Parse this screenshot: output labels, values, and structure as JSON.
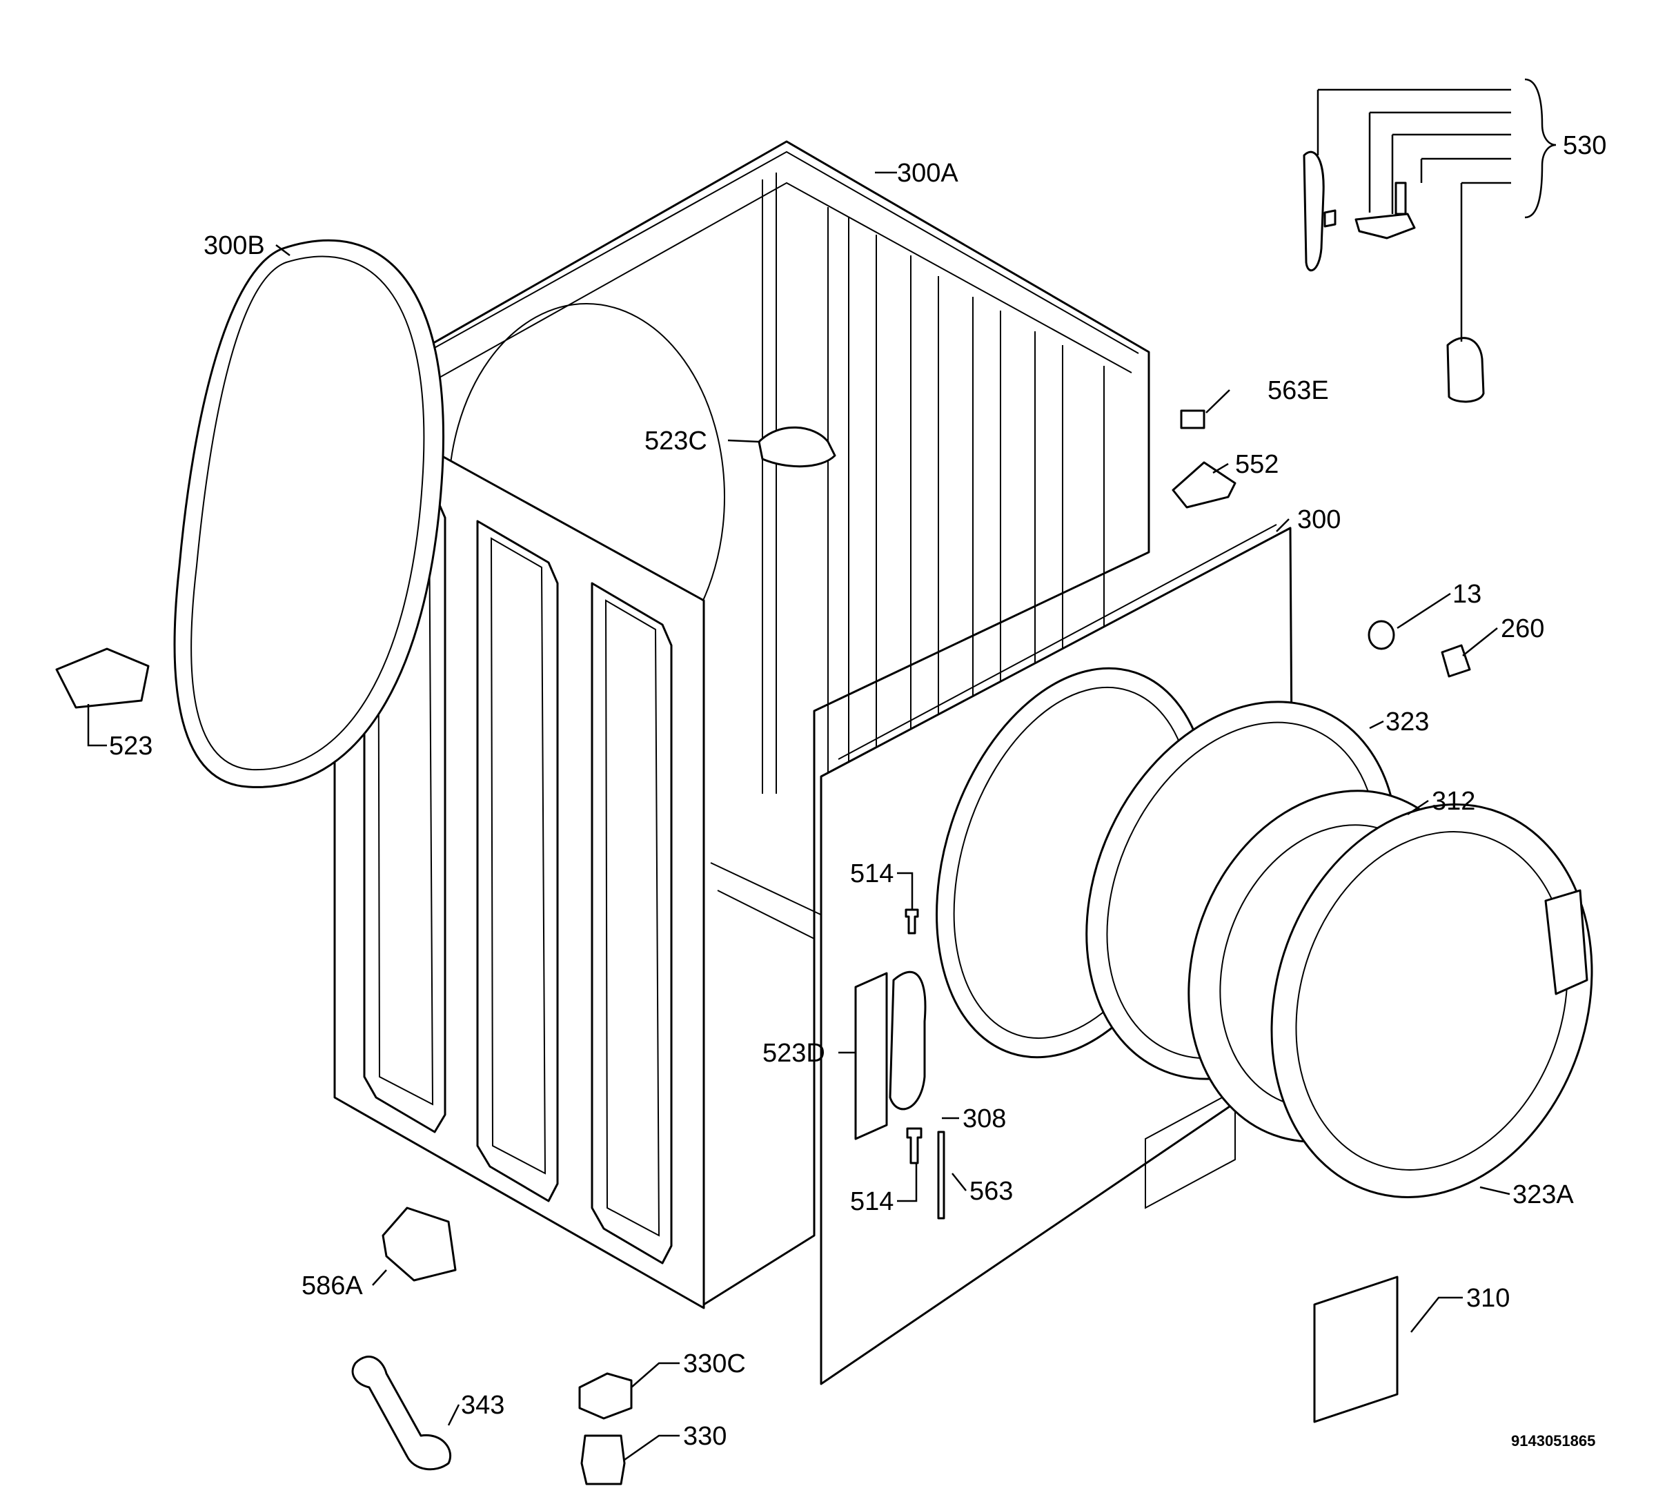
{
  "diagram": {
    "labels": [
      {
        "id": "300A",
        "text": "300A"
      },
      {
        "id": "300B",
        "text": "300B"
      },
      {
        "id": "530",
        "text": "530"
      },
      {
        "id": "563E",
        "text": "563E"
      },
      {
        "id": "523C",
        "text": "523C"
      },
      {
        "id": "552",
        "text": "552"
      },
      {
        "id": "300",
        "text": "300"
      },
      {
        "id": "13",
        "text": "13"
      },
      {
        "id": "260",
        "text": "260"
      },
      {
        "id": "523",
        "text": "523"
      },
      {
        "id": "323",
        "text": "323"
      },
      {
        "id": "312",
        "text": "312"
      },
      {
        "id": "514a",
        "text": "514"
      },
      {
        "id": "523D",
        "text": "523D"
      },
      {
        "id": "308",
        "text": "308"
      },
      {
        "id": "514b",
        "text": "514"
      },
      {
        "id": "563",
        "text": "563"
      },
      {
        "id": "323A",
        "text": "323A"
      },
      {
        "id": "586A",
        "text": "586A"
      },
      {
        "id": "310",
        "text": "310"
      },
      {
        "id": "330C",
        "text": "330C"
      },
      {
        "id": "343",
        "text": "343"
      },
      {
        "id": "330",
        "text": "330"
      }
    ],
    "reference_number": "9143051865"
  }
}
